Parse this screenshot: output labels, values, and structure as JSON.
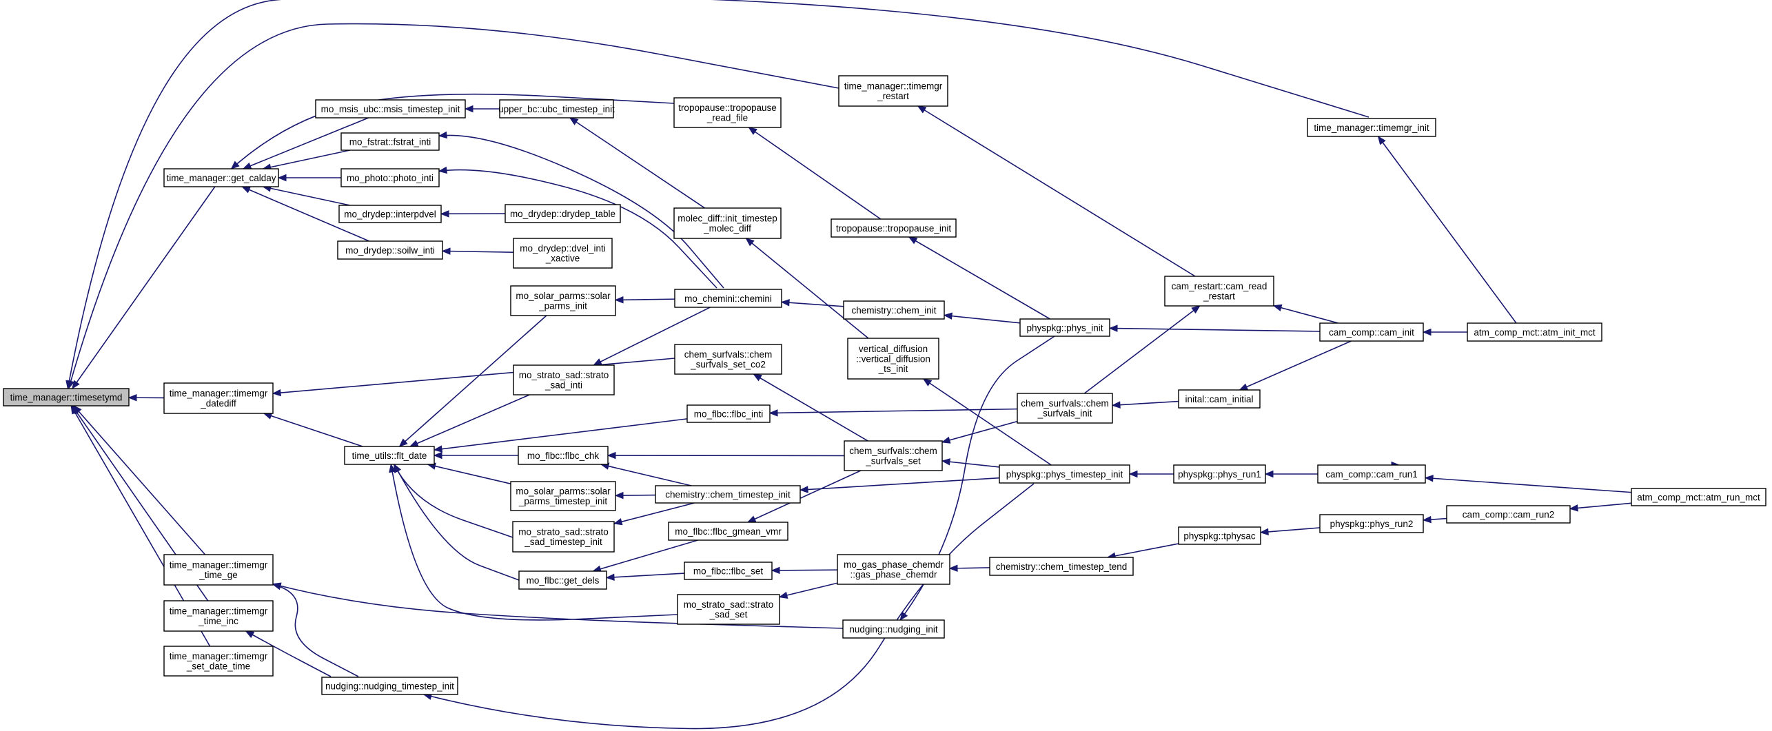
{
  "graph": {
    "colors": {
      "edge": "#191970",
      "node_border": "#000000",
      "node_fill": "#ffffff",
      "root_fill": "#bfbfbf"
    },
    "nodes": [
      {
        "id": "timesetymd",
        "lines": [
          "time_manager::timesetymd"
        ],
        "root": true
      },
      {
        "id": "get_calday",
        "lines": [
          "time_manager::get_calday"
        ]
      },
      {
        "id": "timemgr_datediff",
        "lines": [
          "time_manager::timemgr",
          "_datediff"
        ]
      },
      {
        "id": "timemgr_time_ge",
        "lines": [
          "time_manager::timemgr",
          "_time_ge"
        ]
      },
      {
        "id": "timemgr_time_inc",
        "lines": [
          "time_manager::timemgr",
          "_time_inc"
        ]
      },
      {
        "id": "timemgr_set_date_time",
        "lines": [
          "time_manager::timemgr",
          "_set_date_time"
        ]
      },
      {
        "id": "msis_timestep_init",
        "lines": [
          "mo_msis_ubc::msis_timestep_init"
        ]
      },
      {
        "id": "fstrat_inti",
        "lines": [
          "mo_fstrat::fstrat_inti"
        ]
      },
      {
        "id": "photo_inti",
        "lines": [
          "mo_photo::photo_inti"
        ]
      },
      {
        "id": "interpdvel",
        "lines": [
          "mo_drydep::interpdvel"
        ]
      },
      {
        "id": "soilw_inti",
        "lines": [
          "mo_drydep::soilw_inti"
        ]
      },
      {
        "id": "flt_date",
        "lines": [
          "time_utils::flt_date"
        ]
      },
      {
        "id": "nudging_timestep_init",
        "lines": [
          "nudging::nudging_timestep_init"
        ]
      },
      {
        "id": "ubc_timestep_init",
        "lines": [
          "upper_bc::ubc_timestep_init"
        ]
      },
      {
        "id": "drydep_table",
        "lines": [
          "mo_drydep::drydep_table"
        ]
      },
      {
        "id": "dvel_inti_xactive",
        "lines": [
          "mo_drydep::dvel_inti",
          "_xactive"
        ]
      },
      {
        "id": "solar_parms_init",
        "lines": [
          "mo_solar_parms::solar",
          "_parms_init"
        ]
      },
      {
        "id": "strato_sad_inti",
        "lines": [
          "mo_strato_sad::strato",
          "_sad_inti"
        ]
      },
      {
        "id": "flbc_chk",
        "lines": [
          "mo_flbc::flbc_chk"
        ]
      },
      {
        "id": "solar_parms_timestep_init",
        "lines": [
          "mo_solar_parms::solar",
          "_parms_timestep_init"
        ]
      },
      {
        "id": "strato_sad_timestep_init",
        "lines": [
          "mo_strato_sad::strato",
          "_sad_timestep_init"
        ]
      },
      {
        "id": "get_dels",
        "lines": [
          "mo_flbc::get_dels"
        ]
      },
      {
        "id": "tropopause_read_file",
        "lines": [
          "tropopause::tropopause",
          "_read_file"
        ]
      },
      {
        "id": "init_timestep_molec_diff",
        "lines": [
          "molec_diff::init_timestep",
          "_molec_diff"
        ]
      },
      {
        "id": "chemini",
        "lines": [
          "mo_chemini::chemini"
        ]
      },
      {
        "id": "chem_surfvals_set_co2",
        "lines": [
          "chem_surfvals::chem",
          "_surfvals_set_co2"
        ]
      },
      {
        "id": "flbc_inti",
        "lines": [
          "mo_flbc::flbc_inti"
        ]
      },
      {
        "id": "chem_timestep_init",
        "lines": [
          "chemistry::chem_timestep_init"
        ]
      },
      {
        "id": "flbc_gmean_vmr",
        "lines": [
          "mo_flbc::flbc_gmean_vmr"
        ]
      },
      {
        "id": "flbc_set",
        "lines": [
          "mo_flbc::flbc_set"
        ]
      },
      {
        "id": "strato_sad_set",
        "lines": [
          "mo_strato_sad::strato",
          "_sad_set"
        ]
      },
      {
        "id": "timemgr_restart",
        "lines": [
          "time_manager::timemgr",
          "_restart"
        ]
      },
      {
        "id": "tropopause_init",
        "lines": [
          "tropopause::tropopause_init"
        ]
      },
      {
        "id": "chem_init",
        "lines": [
          "chemistry::chem_init"
        ]
      },
      {
        "id": "vertical_diffusion_ts_init",
        "lines": [
          "vertical_diffusion",
          "::vertical_diffusion",
          "_ts_init"
        ]
      },
      {
        "id": "chem_surfvals_set",
        "lines": [
          "chem_surfvals::chem",
          "_surfvals_set"
        ]
      },
      {
        "id": "gas_phase_chemdr",
        "lines": [
          "mo_gas_phase_chemdr",
          "::gas_phase_chemdr"
        ]
      },
      {
        "id": "nudging_init",
        "lines": [
          "nudging::nudging_init"
        ]
      },
      {
        "id": "phys_init",
        "lines": [
          "physpkg::phys_init"
        ]
      },
      {
        "id": "cam_read_restart",
        "lines": [
          "cam_restart::cam_read",
          "_restart"
        ]
      },
      {
        "id": "chem_surfvals_init",
        "lines": [
          "chem_surfvals::chem",
          "_surfvals_init"
        ]
      },
      {
        "id": "phys_timestep_init",
        "lines": [
          "physpkg::phys_timestep_init"
        ]
      },
      {
        "id": "chem_timestep_tend",
        "lines": [
          "chemistry::chem_timestep_tend"
        ]
      },
      {
        "id": "cam_initial",
        "lines": [
          "inital::cam_initial"
        ]
      },
      {
        "id": "phys_run1",
        "lines": [
          "physpkg::phys_run1"
        ]
      },
      {
        "id": "tphysac",
        "lines": [
          "physpkg::tphysac"
        ]
      },
      {
        "id": "timemgr_init",
        "lines": [
          "time_manager::timemgr_init"
        ]
      },
      {
        "id": "cam_init",
        "lines": [
          "cam_comp::cam_init"
        ]
      },
      {
        "id": "cam_run1",
        "lines": [
          "cam_comp::cam_run1"
        ]
      },
      {
        "id": "phys_run2",
        "lines": [
          "physpkg::phys_run2"
        ]
      },
      {
        "id": "cam_run2",
        "lines": [
          "cam_comp::cam_run2"
        ]
      },
      {
        "id": "atm_init_mct",
        "lines": [
          "atm_comp_mct::atm_init_mct"
        ]
      },
      {
        "id": "atm_run_mct",
        "lines": [
          "atm_comp_mct::atm_run_mct"
        ]
      }
    ],
    "edges": [
      [
        "get_calday",
        "timesetymd"
      ],
      [
        "timemgr_datediff",
        "timesetymd"
      ],
      [
        "timemgr_time_ge",
        "timesetymd"
      ],
      [
        "timemgr_time_inc",
        "timesetymd"
      ],
      [
        "timemgr_set_date_time",
        "timesetymd"
      ],
      [
        "timemgr_restart",
        "timesetymd"
      ],
      [
        "timemgr_init",
        "timesetymd"
      ],
      [
        "msis_timestep_init",
        "get_calday"
      ],
      [
        "fstrat_inti",
        "get_calday"
      ],
      [
        "photo_inti",
        "get_calday"
      ],
      [
        "interpdvel",
        "get_calday"
      ],
      [
        "soilw_inti",
        "get_calday"
      ],
      [
        "tropopause_read_file",
        "get_calday"
      ],
      [
        "flt_date",
        "timemgr_datediff"
      ],
      [
        "chem_surfvals_set_co2",
        "timemgr_datediff"
      ],
      [
        "nudging_timestep_init",
        "timemgr_time_ge"
      ],
      [
        "nudging_init",
        "timemgr_time_ge"
      ],
      [
        "nudging_timestep_init",
        "timemgr_time_inc"
      ],
      [
        "ubc_timestep_init",
        "msis_timestep_init"
      ],
      [
        "chemini",
        "fstrat_inti"
      ],
      [
        "chemini",
        "photo_inti"
      ],
      [
        "drydep_table",
        "interpdvel"
      ],
      [
        "dvel_inti_xactive",
        "soilw_inti"
      ],
      [
        "solar_parms_init",
        "flt_date"
      ],
      [
        "strato_sad_inti",
        "flt_date"
      ],
      [
        "flbc_inti",
        "flt_date"
      ],
      [
        "flbc_chk",
        "flt_date"
      ],
      [
        "solar_parms_timestep_init",
        "flt_date"
      ],
      [
        "strato_sad_timestep_init",
        "flt_date"
      ],
      [
        "get_dels",
        "flt_date"
      ],
      [
        "strato_sad_set",
        "flt_date"
      ],
      [
        "phys_timestep_init",
        "nudging_timestep_init"
      ],
      [
        "init_timestep_molec_diff",
        "ubc_timestep_init"
      ],
      [
        "chemini",
        "solar_parms_init"
      ],
      [
        "chemini",
        "strato_sad_inti"
      ],
      [
        "chem_surfvals_set",
        "flbc_chk"
      ],
      [
        "chem_timestep_init",
        "flbc_chk"
      ],
      [
        "chem_timestep_init",
        "solar_parms_timestep_init"
      ],
      [
        "chem_timestep_init",
        "strato_sad_timestep_init"
      ],
      [
        "flbc_gmean_vmr",
        "get_dels"
      ],
      [
        "flbc_set",
        "get_dels"
      ],
      [
        "tropopause_init",
        "tropopause_read_file"
      ],
      [
        "vertical_diffusion_ts_init",
        "init_timestep_molec_diff"
      ],
      [
        "chem_init",
        "chemini"
      ],
      [
        "chem_surfvals_set",
        "chem_surfvals_set_co2"
      ],
      [
        "chem_surfvals_init",
        "flbc_inti"
      ],
      [
        "phys_timestep_init",
        "chem_timestep_init"
      ],
      [
        "chem_surfvals_set",
        "flbc_gmean_vmr"
      ],
      [
        "gas_phase_chemdr",
        "flbc_set"
      ],
      [
        "gas_phase_chemdr",
        "strato_sad_set"
      ],
      [
        "cam_read_restart",
        "timemgr_restart"
      ],
      [
        "phys_init",
        "tropopause_init"
      ],
      [
        "phys_init",
        "chem_init"
      ],
      [
        "phys_init",
        "nudging_init"
      ],
      [
        "phys_timestep_init",
        "vertical_diffusion_ts_init"
      ],
      [
        "chem_surfvals_init",
        "chem_surfvals_set"
      ],
      [
        "phys_timestep_init",
        "chem_surfvals_set"
      ],
      [
        "chem_timestep_tend",
        "gas_phase_chemdr"
      ],
      [
        "cam_init",
        "phys_init"
      ],
      [
        "cam_init",
        "cam_read_restart"
      ],
      [
        "chem_surfvals_init",
        "cam_read_restart"
      ],
      [
        "cam_initial",
        "chem_surfvals_init"
      ],
      [
        "phys_run1",
        "phys_timestep_init"
      ],
      [
        "tphysac",
        "chem_timestep_tend"
      ],
      [
        "cam_init",
        "cam_initial"
      ],
      [
        "cam_run1",
        "phys_run1"
      ],
      [
        "phys_run2",
        "tphysac"
      ],
      [
        "atm_init_mct",
        "timemgr_init"
      ],
      [
        "atm_init_mct",
        "cam_init"
      ],
      [
        "atm_init_mct",
        "cam_run1"
      ],
      [
        "atm_run_mct",
        "cam_run1"
      ],
      [
        "cam_run2",
        "phys_run2"
      ],
      [
        "atm_run_mct",
        "cam_run2"
      ]
    ]
  }
}
